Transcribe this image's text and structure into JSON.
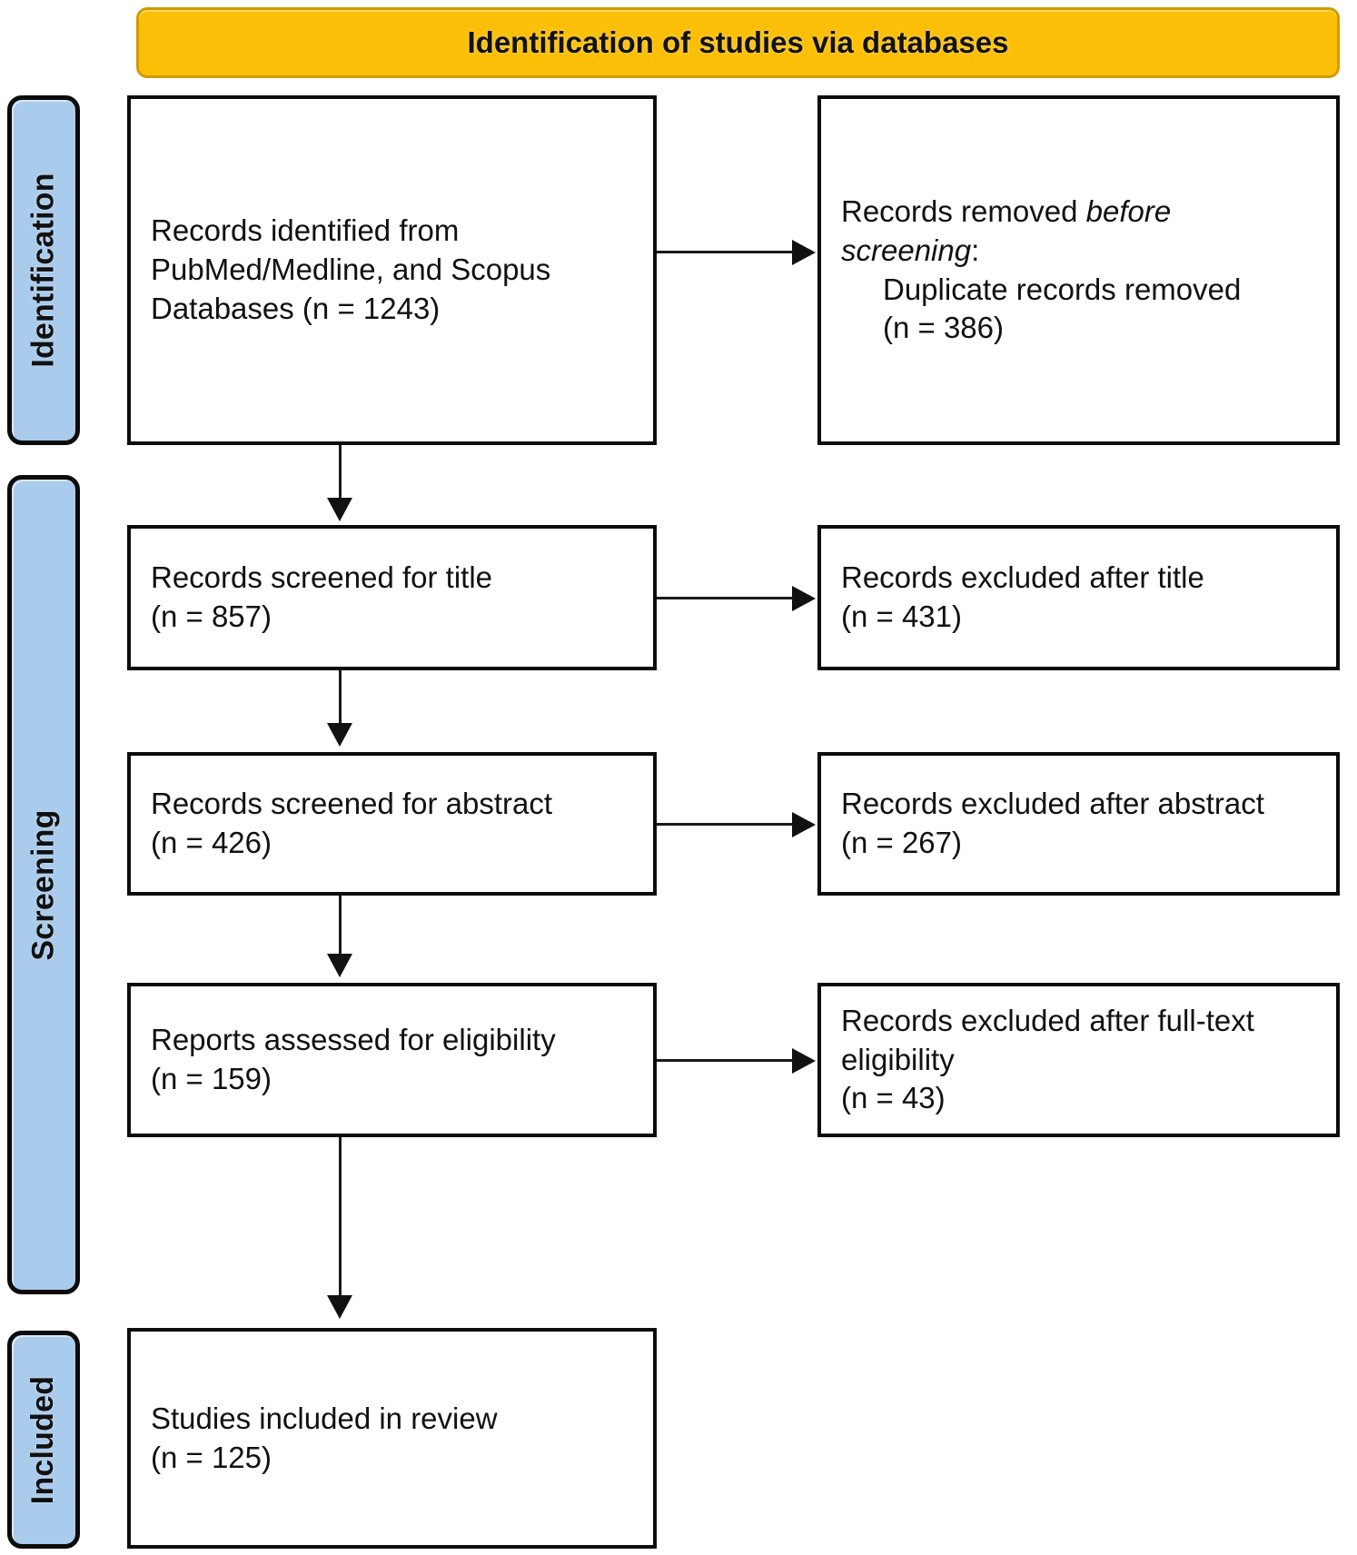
{
  "header": {
    "title": "Identification of studies via databases"
  },
  "phases": [
    {
      "id": "identification",
      "label": "Identification"
    },
    {
      "id": "screening",
      "label": "Screening"
    },
    {
      "id": "included",
      "label": "Included"
    }
  ],
  "boxes": {
    "identified": {
      "line1": "Records identified from",
      "line2": "PubMed/Medline, and Scopus",
      "line3": "Databases (n = 1243)"
    },
    "removed_before_screening": {
      "line1": "Records removed ",
      "line1_italic": "before",
      "line2_italic": "screening",
      "line2_tail": ":",
      "line3": "Duplicate records removed",
      "line4": "(n = 386)"
    },
    "screened_title": {
      "line1": "Records screened for title",
      "line2": "(n = 857)"
    },
    "excluded_title": {
      "line1": "Records excluded after title",
      "line2": "(n = 431)"
    },
    "screened_abstract": {
      "line1": "Records screened for abstract",
      "line2": "(n = 426)"
    },
    "excluded_abstract": {
      "line1": "Records excluded after abstract",
      "line2": "(n = 267)"
    },
    "assessed_eligibility": {
      "line1": "Reports assessed for eligibility",
      "line2": "(n = 159)"
    },
    "excluded_fulltext": {
      "line1": "Records excluded after full-text",
      "line2": "eligibility",
      "line3": "(n = 43)"
    },
    "included_review": {
      "line1": "Studies included in review",
      "line2": "(n = 125)"
    }
  },
  "flow_data": {
    "type": "prisma-flow",
    "identified_n": 1243,
    "duplicates_removed_n": 386,
    "screened_title_n": 857,
    "excluded_title_n": 431,
    "screened_abstract_n": 426,
    "excluded_abstract_n": 267,
    "assessed_eligibility_n": 159,
    "excluded_fulltext_n": 43,
    "included_n": 125
  },
  "colors": {
    "banner": "#fcbf07",
    "phase_bar": "#a8caeb",
    "outline": "#0c0c0c"
  }
}
